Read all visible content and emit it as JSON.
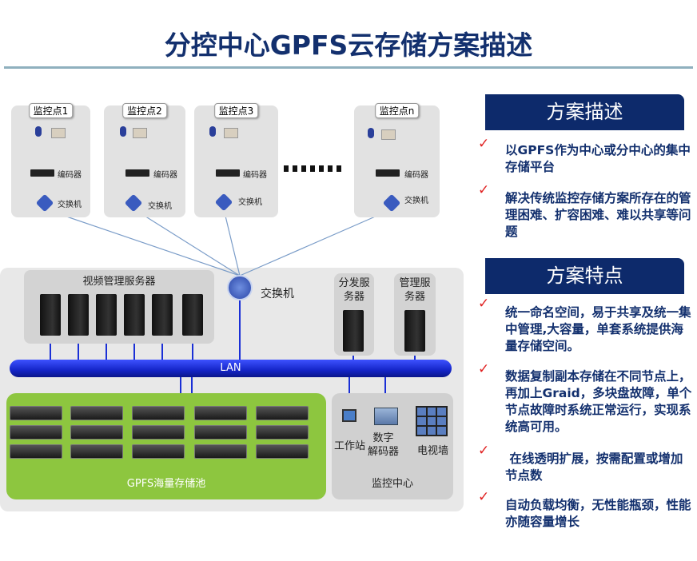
{
  "title": "分控中心GPFS云存储方案描述",
  "sites": [
    {
      "label": "监控点1"
    },
    {
      "label": "监控点2"
    },
    {
      "label": "监控点3"
    },
    {
      "label": "监控点n"
    }
  ],
  "site_labels": {
    "encoder": "编码器",
    "switch": "交换机"
  },
  "core": {
    "switch": "交换机",
    "video_servers": "视频管理服务器",
    "dist_server": "分发服\n务器",
    "mgmt_server": "管理服\n务器",
    "lan": "LAN",
    "pool": "GPFS海量存储池",
    "workstation": "工作站",
    "decoder": "数字\n解码器",
    "tv_wall": "电视墙",
    "monitor_center": "监控中心"
  },
  "description": {
    "header": "方案描述",
    "items": [
      "以GPFS作为中心或分中心的集中 存储平台",
      "解决传统监控存储方案所存在的管理困难、扩容困难、难以共享等问题"
    ]
  },
  "features": {
    "header": "方案特点",
    "items": [
      "统一命名空间，易于共享及统一集中管理,大容量，单套系统提供海量存储空间。",
      "数据复制副本存储在不同节点上，再加上Graid，多块盘故障，单个节点故障时系统正常运行，实现系统高可用。",
      " 在线透明扩展，按需配置或增加节点数",
      "自动负载均衡，无性能瓶颈，性能亦随容量增长"
    ]
  },
  "colors": {
    "title": "#13306e",
    "header_bg": "#0d2a6b",
    "check": "#e02020",
    "lan": "#1525c8",
    "pool": "#8dc63f"
  }
}
